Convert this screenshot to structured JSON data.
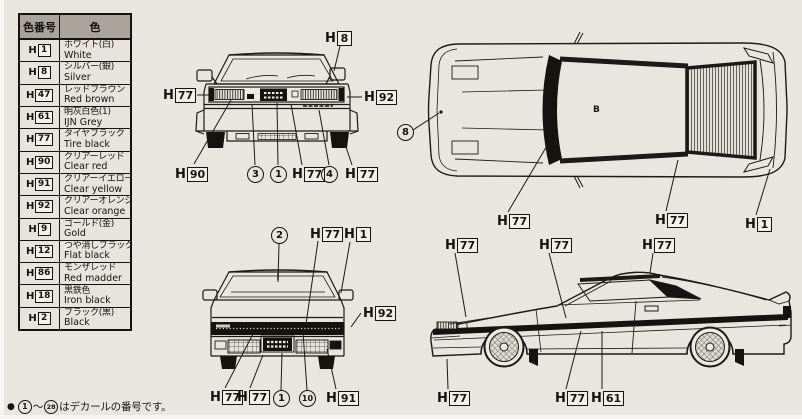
{
  "color_table": {
    "header": {
      "code_col": "色番号",
      "color_col": "色"
    },
    "rows": [
      {
        "prefix": "H",
        "num": "1",
        "jp": "ホワイト(白)",
        "en": "White"
      },
      {
        "prefix": "H",
        "num": "8",
        "jp": "シルバー(銀)",
        "en": "Silver"
      },
      {
        "prefix": "H",
        "num": "47",
        "jp": "レッドブラウン",
        "en": "Red brown"
      },
      {
        "prefix": "H",
        "num": "61",
        "jp": "明灰白色(1)",
        "en": "IJN Grey"
      },
      {
        "prefix": "H",
        "num": "77",
        "jp": "タイヤブラック",
        "en": "Tire black"
      },
      {
        "prefix": "H",
        "num": "90",
        "jp": "クリアーレッド",
        "en": "Clear red"
      },
      {
        "prefix": "H",
        "num": "91",
        "jp": "クリアーイエロー",
        "en": "Clear yellow"
      },
      {
        "prefix": "H",
        "num": "92",
        "jp": "クリアーオレンジ",
        "en": "Clear orange"
      },
      {
        "prefix": "H",
        "num": "9",
        "jp": "ゴールド(金)",
        "en": "Gold"
      },
      {
        "prefix": "H",
        "num": "12",
        "jp": "つや消しブラック",
        "en": "Flat black"
      },
      {
        "prefix": "H",
        "num": "86",
        "jp": "モンザレッド",
        "en": "Red madder"
      },
      {
        "prefix": "H",
        "num": "18",
        "jp": "黒鉄色",
        "en": "Iron black"
      },
      {
        "prefix": "H",
        "num": "2",
        "jp": "ブラック(黒)",
        "en": "Black"
      }
    ]
  },
  "footnote": {
    "bullet": "●",
    "start_num": "1",
    "range_mark": "〜",
    "end_num": "28",
    "text": "はデカールの番号です。"
  },
  "views": {
    "top": {
      "marking": "B"
    }
  },
  "callouts": {
    "front": [
      {
        "kind": "paint",
        "prefix": "H",
        "num": "8"
      },
      {
        "kind": "paint",
        "prefix": "H",
        "num": "77"
      },
      {
        "kind": "paint",
        "prefix": "H",
        "num": "92"
      },
      {
        "kind": "paint",
        "prefix": "H",
        "num": "90"
      },
      {
        "kind": "decal",
        "num": "3"
      },
      {
        "kind": "decal",
        "num": "1"
      },
      {
        "kind": "paint",
        "prefix": "H",
        "num": "77"
      },
      {
        "kind": "decal",
        "num": "4"
      },
      {
        "kind": "paint",
        "prefix": "H",
        "num": "77"
      }
    ],
    "top": [
      {
        "kind": "decal",
        "num": "8"
      },
      {
        "kind": "paint",
        "prefix": "H",
        "num": "77"
      },
      {
        "kind": "paint",
        "prefix": "H",
        "num": "77"
      },
      {
        "kind": "paint",
        "prefix": "H",
        "num": "1"
      }
    ],
    "rear": [
      {
        "kind": "decal",
        "num": "2"
      },
      {
        "kind": "paint",
        "prefix": "H",
        "num": "77"
      },
      {
        "kind": "paint",
        "prefix": "H",
        "num": "1"
      },
      {
        "kind": "paint",
        "prefix": "H",
        "num": "92"
      },
      {
        "kind": "paint",
        "prefix": "H",
        "num": "77"
      },
      {
        "kind": "paint",
        "prefix": "H",
        "num": "77"
      },
      {
        "kind": "decal",
        "num": "1"
      },
      {
        "kind": "decal",
        "num": "10"
      },
      {
        "kind": "paint",
        "prefix": "H",
        "num": "91"
      }
    ],
    "side": [
      {
        "kind": "paint",
        "prefix": "H",
        "num": "77"
      },
      {
        "kind": "paint",
        "prefix": "H",
        "num": "77"
      },
      {
        "kind": "paint",
        "prefix": "H",
        "num": "77"
      },
      {
        "kind": "paint",
        "prefix": "H",
        "num": "77"
      },
      {
        "kind": "paint",
        "prefix": "H",
        "num": "77"
      },
      {
        "kind": "paint",
        "prefix": "H",
        "num": "61"
      }
    ]
  }
}
